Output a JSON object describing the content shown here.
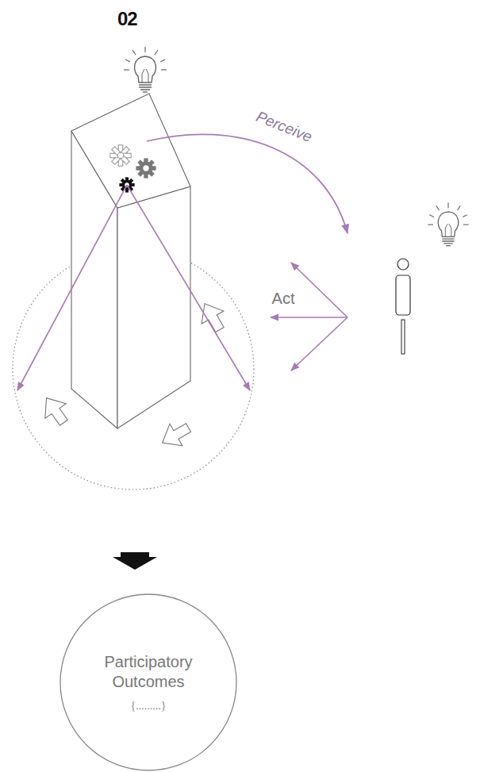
{
  "diagram": {
    "title": "02",
    "nodes": [
      {
        "text": [
          "Participatory Outcomes",
          "{.........}"
        ]
      }
    ],
    "labels": [
      "Perceive",
      "Act"
    ]
  }
}
